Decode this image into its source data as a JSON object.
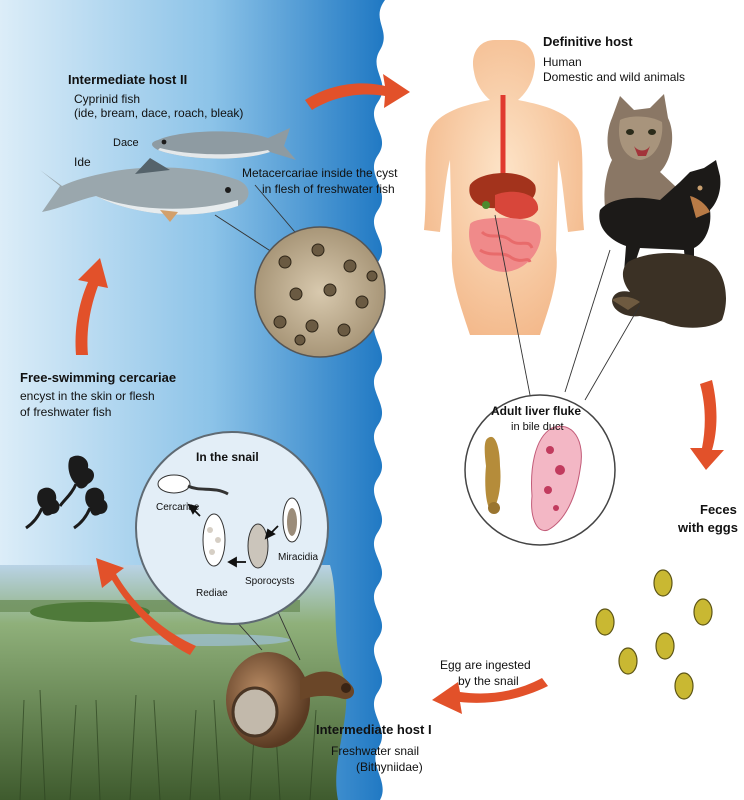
{
  "definitive_host": {
    "title": "Definitive host",
    "line1": "Human",
    "line2": "Domestic and wild animals"
  },
  "intermediate_host_2": {
    "title": "Intermediate host II",
    "line1": "Cyprinid fish",
    "line2": "(ide, bream, dace, roach, bleak)",
    "dace_label": "Dace",
    "ide_label": "Ide"
  },
  "metacercariae": {
    "line1": "Metacercariae inside the cyst",
    "line2": "in flesh of freshwater fish"
  },
  "free_cercariae": {
    "title": "Free-swimming cercariae",
    "line1": "encyst in the skin or flesh",
    "line2": "of freshwater fish"
  },
  "snail_circle": {
    "title": "In the snail",
    "cercariae": "Cercariae",
    "miracidia": "Miracidia",
    "sporocysts": "Sporocysts",
    "rediae": "Rediae"
  },
  "adult_fluke": {
    "title": "Adult liver fluke",
    "subtitle": "in bile duct"
  },
  "feces": {
    "line1": "Feces",
    "line2": "with eggs"
  },
  "egg_ingested": {
    "line1": "Egg are ingested",
    "line2": "by the snail"
  },
  "intermediate_host_1": {
    "title": "Intermediate host I",
    "line1": "Freshwater snail",
    "line2": "(Bithyniidae)"
  },
  "colors": {
    "water_deep": "#2f86c9",
    "water_light": "#d8ecf8",
    "arrow": "#e2512a",
    "skin": "#f6c9a0"
  }
}
